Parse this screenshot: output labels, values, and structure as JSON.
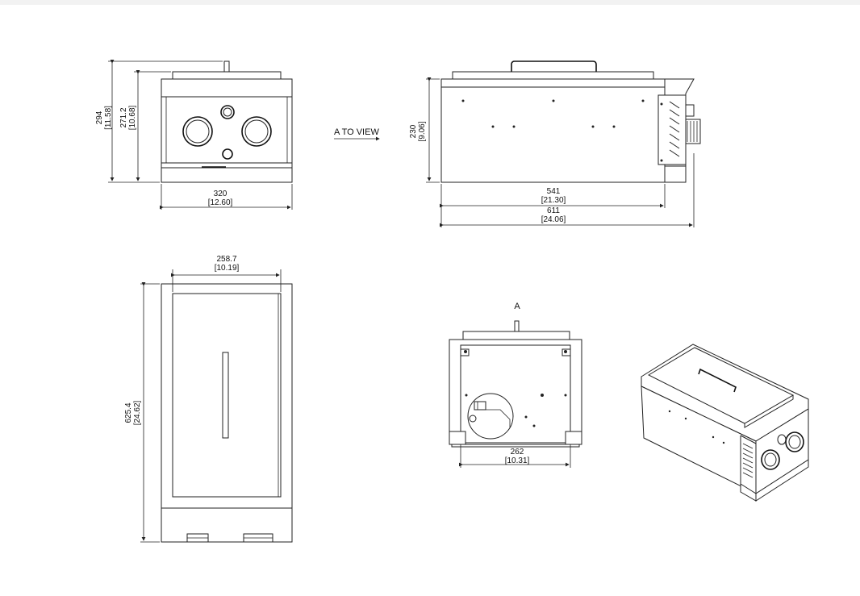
{
  "dimensions": {
    "front_height_mm": "294",
    "front_height_in": "[11.58]",
    "front_inner_height_mm": "271.2",
    "front_inner_height_in": "[10.68]",
    "front_width_mm": "320",
    "front_width_in": "[12.60]",
    "side_height_mm": "230",
    "side_height_in": "[9.06]",
    "side_body_length_mm": "541",
    "side_body_length_in": "[21.30]",
    "side_total_length_mm": "611",
    "side_total_length_in": "[24.06]",
    "top_width_mm": "258.7",
    "top_width_in": "[10.19]",
    "top_depth_mm": "625.4",
    "top_depth_in": "[24.62]",
    "rear_width_mm": "262",
    "rear_width_in": "[10.31]"
  },
  "labels": {
    "a_to_view": "A TO VIEW",
    "view_a": "A"
  }
}
